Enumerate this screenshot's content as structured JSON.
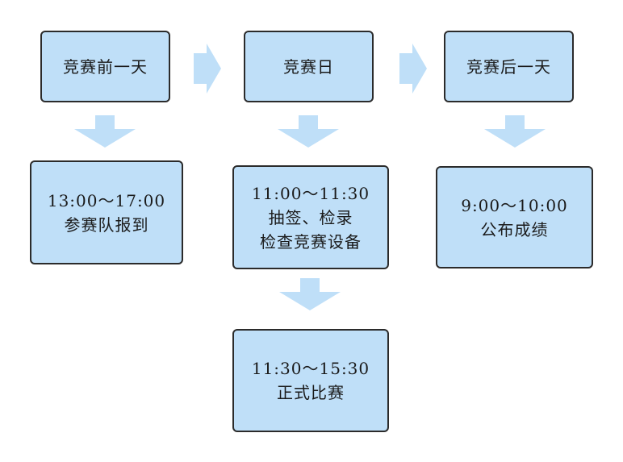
{
  "colors": {
    "box_fill": "#bfdff8",
    "box_border": "#2b2b2b",
    "arrow_fill": "#bfdff8",
    "text": "#1a1a1a"
  },
  "days": [
    {
      "header": "竞赛前一天",
      "steps": [
        {
          "lines": [
            "13:00～17:00",
            "参赛队报到"
          ]
        }
      ]
    },
    {
      "header": "竞赛日",
      "steps": [
        {
          "lines": [
            "11:00～11:30",
            "抽签、检录",
            "检查竞赛设备"
          ]
        },
        {
          "lines": [
            "11:30～15:30",
            "正式比赛"
          ]
        }
      ]
    },
    {
      "header": "竞赛后一天",
      "steps": [
        {
          "lines": [
            "9:00～10:00",
            "公布成绩"
          ]
        }
      ]
    }
  ]
}
